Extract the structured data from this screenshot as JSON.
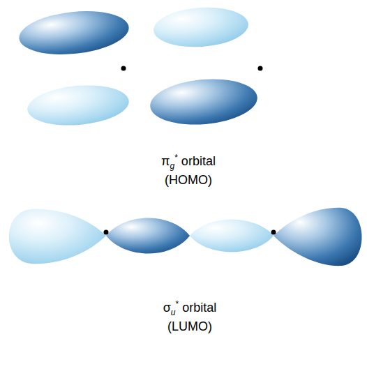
{
  "diagram": {
    "labels": [
      "πg* orbital",
      "(HOMO)",
      "σu* orbital",
      "(LUMO)"
    ]
  }
}
